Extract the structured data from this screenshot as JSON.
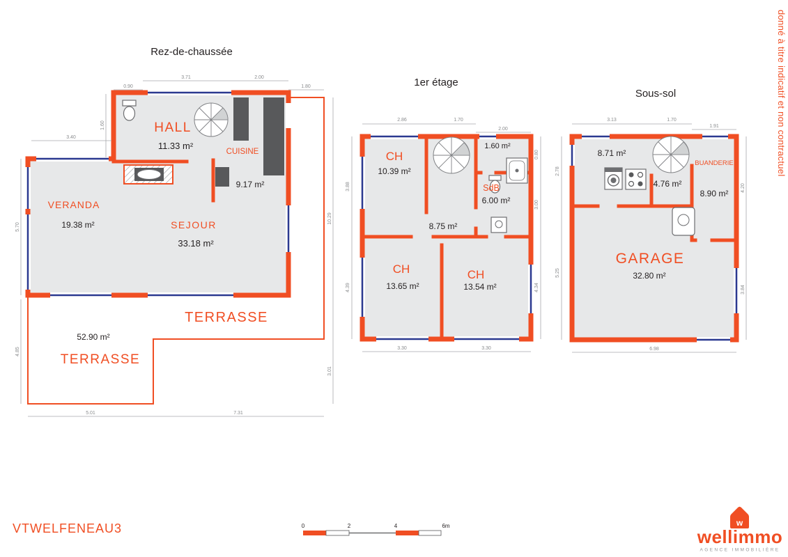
{
  "disclaimer": "donné à titre indicatif et non contractuel",
  "colors": {
    "accent": "#F04E23",
    "floor_fill": "#E7E8E9",
    "window_blue": "#2B3990",
    "fixture_gray": "#58595B",
    "dimension_gray": "#8A8C8E",
    "text_black": "#231F20"
  },
  "ground": {
    "title": "Rez-de-chaussée",
    "rooms": {
      "hall": {
        "name": "HALL",
        "area": "11.33 m²"
      },
      "cuisine": {
        "name": "CUISINE",
        "area": "9.17 m²"
      },
      "veranda": {
        "name": "VERANDA",
        "area": "19.38 m²"
      },
      "sejour": {
        "name": "SEJOUR",
        "area": "33.18 m²"
      },
      "terrasse": {
        "name": "TERRASSE",
        "area": "52.90 m²",
        "name2": "TERRASSE"
      }
    },
    "dims": {
      "top": [
        "0.90",
        "3.71",
        "2.00",
        "1.80"
      ],
      "left": [
        "1.60",
        "3.40",
        "5.70",
        "4.85"
      ],
      "bottom": [
        "5.01",
        "7.31"
      ],
      "right": [
        "10.29",
        "3.01"
      ]
    }
  },
  "etage": {
    "title": "1er étage",
    "rooms": {
      "ch1": {
        "name": "CH",
        "area": "10.39 m²"
      },
      "small": {
        "area": "1.60 m²"
      },
      "sdb": {
        "name": "SdB",
        "area": "6.00 m²"
      },
      "hall": {
        "area": "8.75 m²"
      },
      "ch2": {
        "name": "CH",
        "area": "13.65 m²"
      },
      "ch3": {
        "name": "CH",
        "area": "13.54 m²"
      }
    },
    "dims": {
      "top": [
        "2.86",
        "1.70",
        "2.00"
      ],
      "left": [
        "3.88",
        "4.39"
      ],
      "right": [
        "0.80",
        "3.00",
        "4.34"
      ],
      "bottom": [
        "3.30",
        "3.30"
      ]
    }
  },
  "soussol": {
    "title": "Sous-sol",
    "rooms": {
      "r1": {
        "area": "8.71 m²"
      },
      "buanderie": {
        "name": "BUANDERIE",
        "area": "8.90 m²"
      },
      "r2": {
        "area": "4.76 m²"
      },
      "garage": {
        "name": "GARAGE",
        "area": "32.80 m²"
      }
    },
    "dims": {
      "top": [
        "3.13",
        "1.70",
        "1.91"
      ],
      "left": [
        "2.78",
        "5.25"
      ],
      "right": [
        "4.20",
        "3.84"
      ],
      "bottom": [
        "6.98"
      ]
    }
  },
  "footer": {
    "reference": "VTWELFENEAU3",
    "scale_labels": [
      "0",
      "2",
      "4",
      "6m"
    ],
    "logo_letter": "w",
    "logo_name": "wellimmo",
    "logo_tagline": "AGENCE IMMOBILIÈRE"
  }
}
